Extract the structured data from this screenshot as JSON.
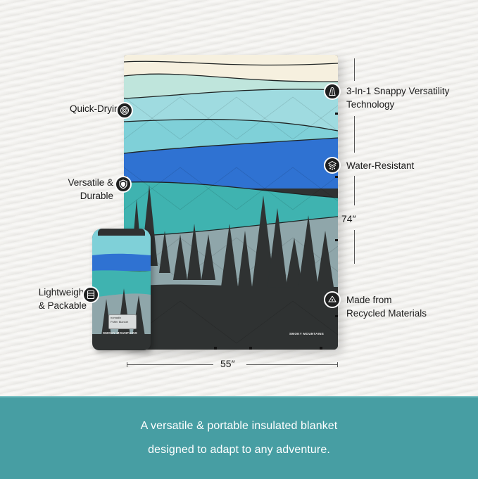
{
  "product": {
    "print_name": "SMOKY MOUNTAINS",
    "pack_label_lines": [
      "nomadix",
      "Puffer Blanket",
      "SMOKY MOUNTAINS"
    ]
  },
  "features": {
    "left": [
      {
        "label_lines": [
          "Quick-Drying"
        ],
        "icon": "quick-dry-icon"
      },
      {
        "label_lines": [
          "Versatile &",
          "Durable"
        ],
        "icon": "shield-icon"
      },
      {
        "label_lines": [
          "Lightweight",
          "& Packable"
        ],
        "icon": "pack-icon"
      }
    ],
    "right": [
      {
        "label_lines": [
          "3-In-1 Snappy Versatility",
          "Technology"
        ],
        "icon": "poncho-icon"
      },
      {
        "label_lines": [
          "Water-Resistant"
        ],
        "icon": "water-resistant-icon"
      },
      {
        "label_lines": [
          "Made from",
          "Recycled Materials"
        ],
        "icon": "recycle-icon"
      }
    ]
  },
  "dimensions": {
    "height": "74″",
    "width": "55″"
  },
  "banner": {
    "line1": "A versatile & portable insulated blanket",
    "line2": "designed to adapt to any adventure."
  },
  "colors": {
    "banner_bg": "#479ea3",
    "cream": "#f6f0df",
    "mint": "#bfe5dc",
    "light_aqua": "#9fdbe0",
    "aqua": "#74c9d3",
    "blue": "#2f72d2",
    "teal": "#3fb3b0",
    "slate": "#8fa6aa",
    "charcoal": "#2f3232"
  }
}
